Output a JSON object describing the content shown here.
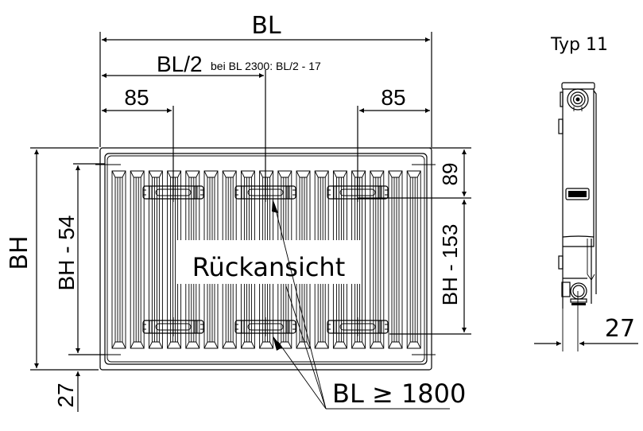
{
  "drawing": {
    "title": "Rückansicht",
    "type_label": "Typ 11",
    "dimensions": {
      "overall_width": "BL",
      "half_width": "BL/2",
      "half_width_note": "bei BL 2300: BL/2 - 17",
      "left_offset": "85",
      "right_offset": "85",
      "overall_height": "BH",
      "bracket_height": "BH - 54",
      "bottom_offset": "27",
      "top_offset": "89",
      "bracket_spacing": "BH - 153",
      "side_offset": "27"
    },
    "note": "BL ≥ 1800",
    "colors": {
      "line": "#000000",
      "background": "#ffffff"
    }
  }
}
